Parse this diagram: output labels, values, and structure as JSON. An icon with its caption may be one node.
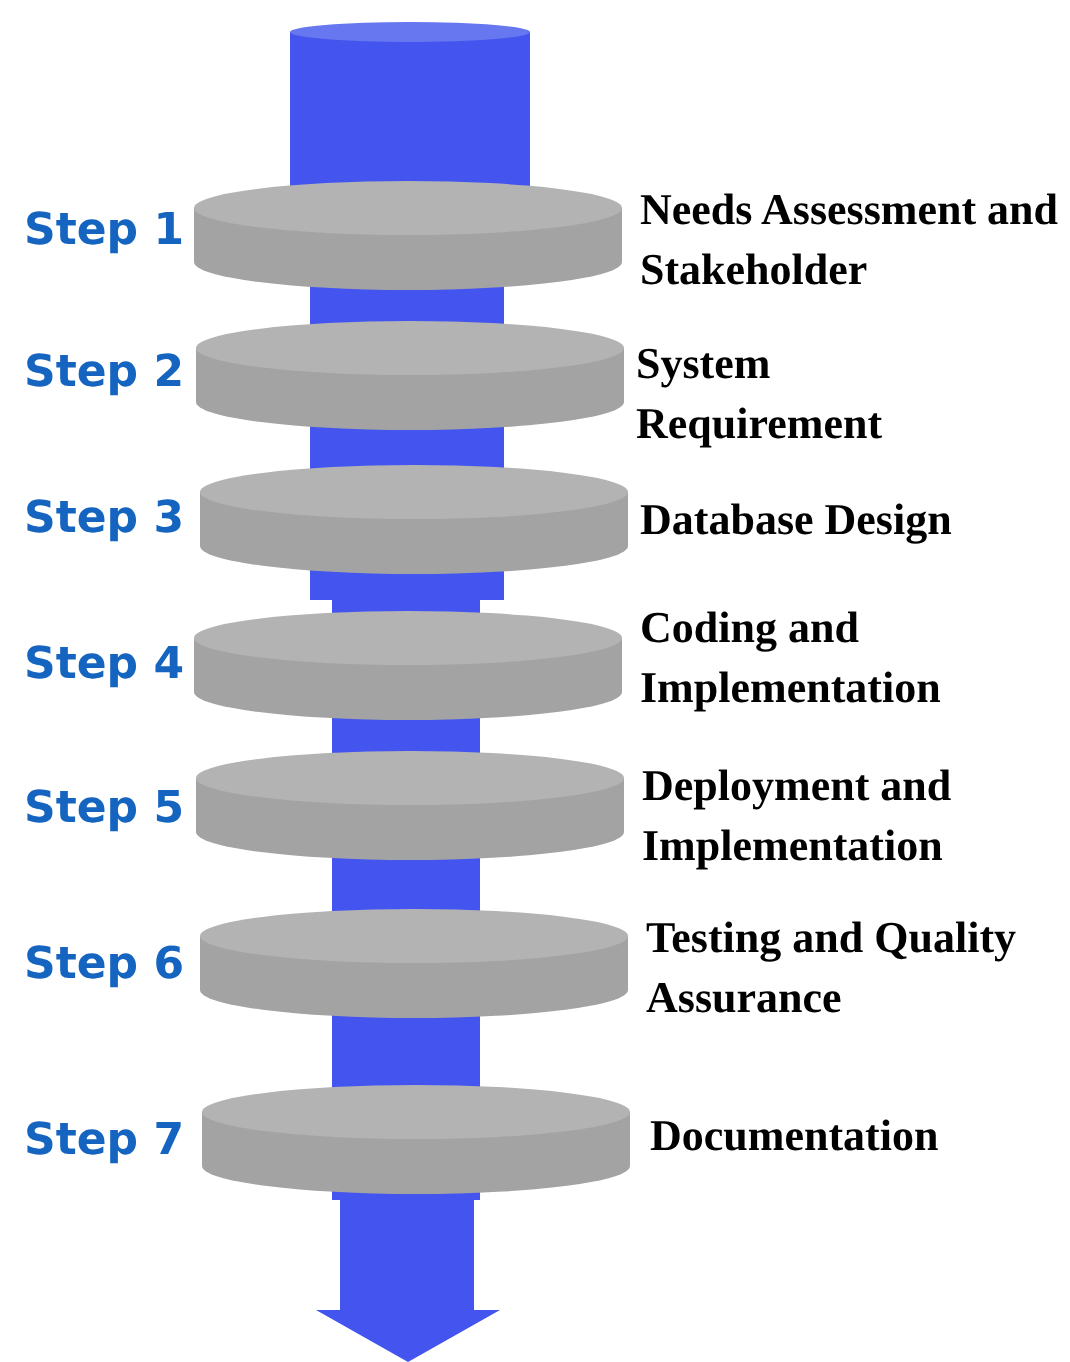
{
  "diagram": {
    "nodes": [
      {
        "text": [
          "Step 1",
          "Needs Assessment and Stakeholder"
        ]
      },
      {
        "text": [
          "Step 2",
          "System Requirement"
        ]
      },
      {
        "text": [
          "Step 3",
          "Database Design"
        ]
      },
      {
        "text": [
          "Step 4",
          "Coding and Implementation"
        ]
      },
      {
        "text": [
          "Step 5",
          "Deployment and Implementation"
        ]
      },
      {
        "text": [
          "Step 6",
          "Testing and Quality Assurance"
        ]
      },
      {
        "text": [
          "Step 7",
          "Documentation"
        ]
      }
    ]
  }
}
